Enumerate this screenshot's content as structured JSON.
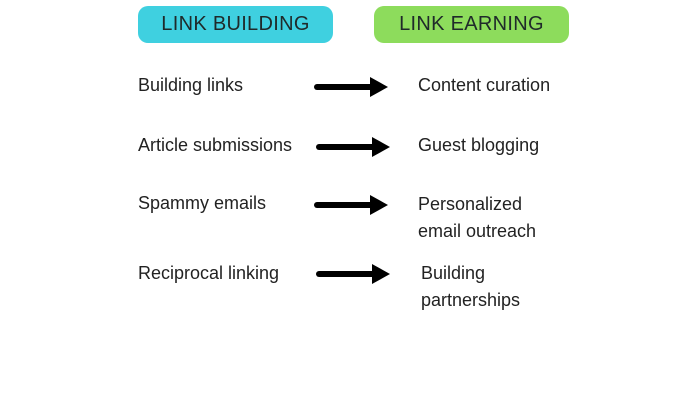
{
  "colors": {
    "link_building_bg": "#3fd0e0",
    "link_earning_bg": "#8ddc5c",
    "arrow": "#000000"
  },
  "headers": {
    "left": "LINK BUILDING",
    "right": "LINK EARNING"
  },
  "rows": [
    {
      "from": "Building links",
      "to_line1": "Content curation",
      "to_line2": ""
    },
    {
      "from": "Article submissions",
      "to_line1": "Guest blogging",
      "to_line2": ""
    },
    {
      "from": "Spammy emails",
      "to_line1": "Personalized",
      "to_line2": "email outreach"
    },
    {
      "from": "Reciprocal linking",
      "to_line1": "Building",
      "to_line2": "partnerships"
    }
  ],
  "icons": {
    "arrow": "right-arrow-icon"
  }
}
